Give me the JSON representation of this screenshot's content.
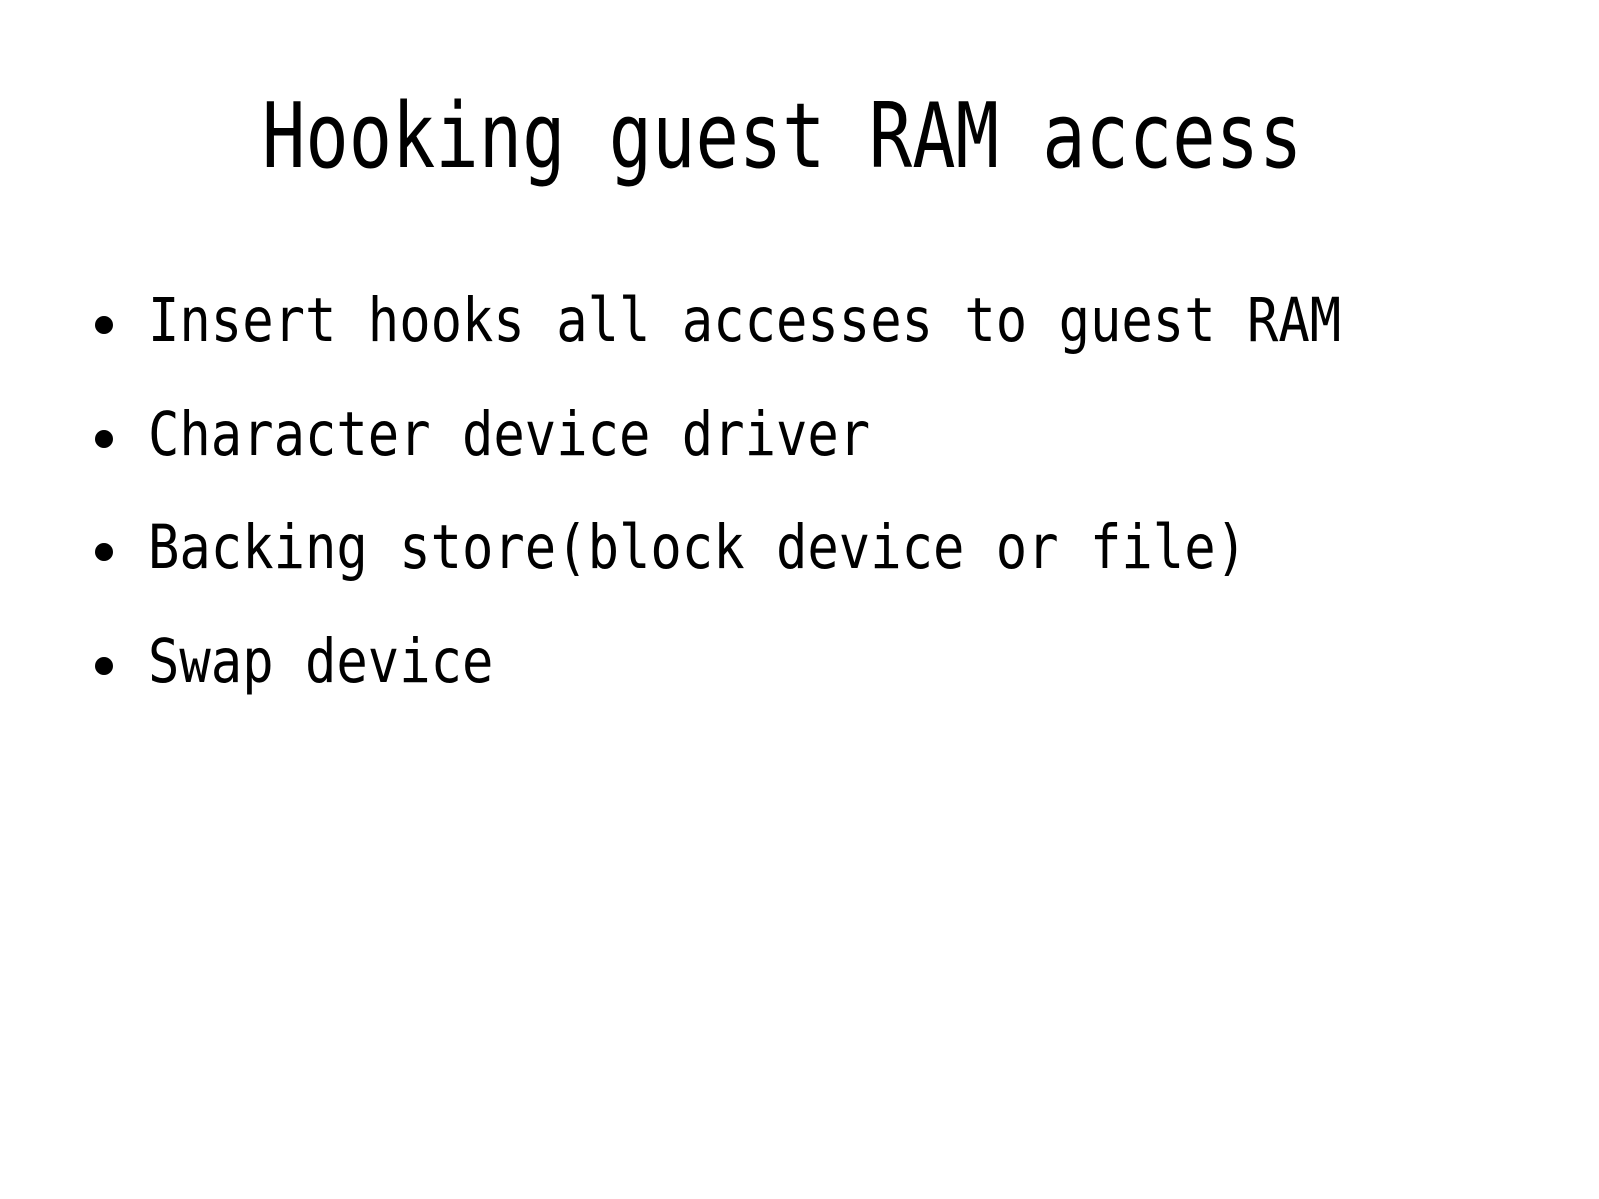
{
  "slide": {
    "title": "Hooking guest RAM access",
    "bullets": [
      "Insert hooks all accesses to guest RAM",
      "Character device driver",
      "Backing store(block device or file)",
      "Swap device"
    ]
  }
}
